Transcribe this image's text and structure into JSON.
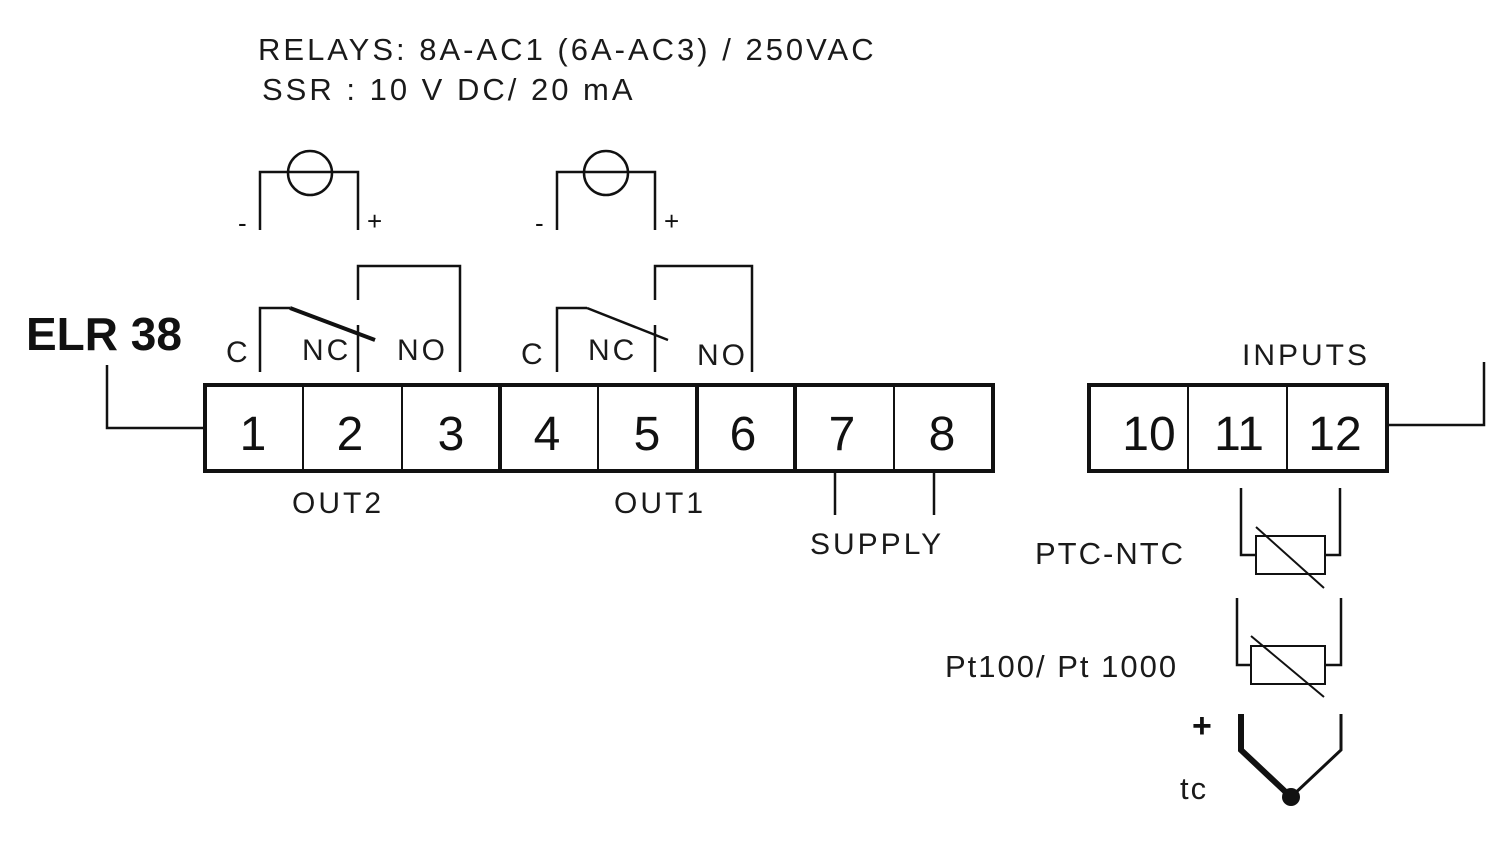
{
  "specs": {
    "relays": "RELAYS: 8A-AC1 (6A-AC3) / 250VAC",
    "ssr": "SSR : 10 V DC/ 20 mA"
  },
  "model": "ELR 38",
  "terminals": [
    "1",
    "2",
    "3",
    "4",
    "5",
    "6",
    "7",
    "8"
  ],
  "input_terminals": [
    "10",
    "11",
    "12"
  ],
  "contacts": {
    "out2": {
      "c": "C",
      "nc": "NC",
      "no": "NO"
    },
    "out1": {
      "c": "C",
      "nc": "NC",
      "no": "NO"
    }
  },
  "ssr_polarity": {
    "minus": "-",
    "plus": "+"
  },
  "group_labels": {
    "out2": "OUT2",
    "out1": "OUT1",
    "supply": "SUPPLY",
    "inputs": "INPUTS"
  },
  "sensors": {
    "ptc_ntc": "PTC-NTC",
    "pt100": "Pt100/ Pt 1000",
    "tc_plus": "+",
    "tc": "tc"
  }
}
